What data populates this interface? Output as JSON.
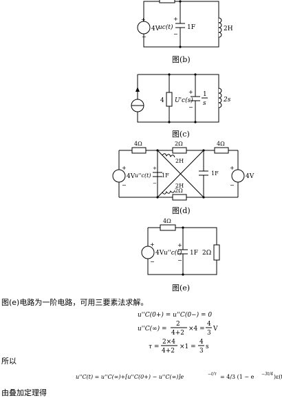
{
  "fig_b": {
    "source_label": "4V",
    "cap_voltage_label": "uc(t)",
    "cap_label": "1F",
    "ind_label": "2H",
    "caption": "图(b)"
  },
  "fig_c": {
    "res_label": "4",
    "voltage_label": "U'c(s)",
    "cap_num": "1",
    "cap_den": "s",
    "ind_label": "2s",
    "caption": "图(c)"
  },
  "fig_d": {
    "r_left_label": "4Ω",
    "r_top_label": "2Ω",
    "r_right_label": "4Ω",
    "l_top_label": "2H",
    "l_bot_label": "2H",
    "r_bot_label": "2Ω",
    "cap_mid_label": "1F",
    "src_left_label": "4V",
    "src_right_label": "4V",
    "voltage_label": "u''c(t)",
    "cap_left_label": "1F",
    "caption": "图(d)"
  },
  "fig_e": {
    "r_top_label": "4Ω",
    "src_label": "4V",
    "voltage_label": "u''c(t)",
    "cap_label": "1F",
    "r_right_label": "2Ω",
    "caption": "图(e)"
  },
  "text": {
    "intro": "图(e)电路为一阶电路，可用三要素法求解。",
    "eq1": "u''C(0+) = u''C(0−) = 0",
    "eq2_lhs": "u''C(∞) =",
    "eq2_num": "2",
    "eq2_den": "4+2",
    "eq2_mid": "×4 =",
    "eq2_rnum": "4",
    "eq2_rden": "3",
    "eq2_unit": "V",
    "eq3_lhs": "τ =",
    "eq3_num": "2×4",
    "eq3_den": "4+2",
    "eq3_mid": "×1 =",
    "eq3_rnum": "4",
    "eq3_rden": "3",
    "eq3_unit": "s",
    "so": "所以",
    "eq4": "u''C(t) = u''C(∞)+[u''C(0+) − u''C(∞)]e",
    "eq4_exp": "−t/τ",
    "eq4_rest": "= 4/3 (1 − e",
    "eq4_exp2": "−3t/4",
    "eq4_tail": ")ε(t",
    "last": "由叠加定理得"
  }
}
